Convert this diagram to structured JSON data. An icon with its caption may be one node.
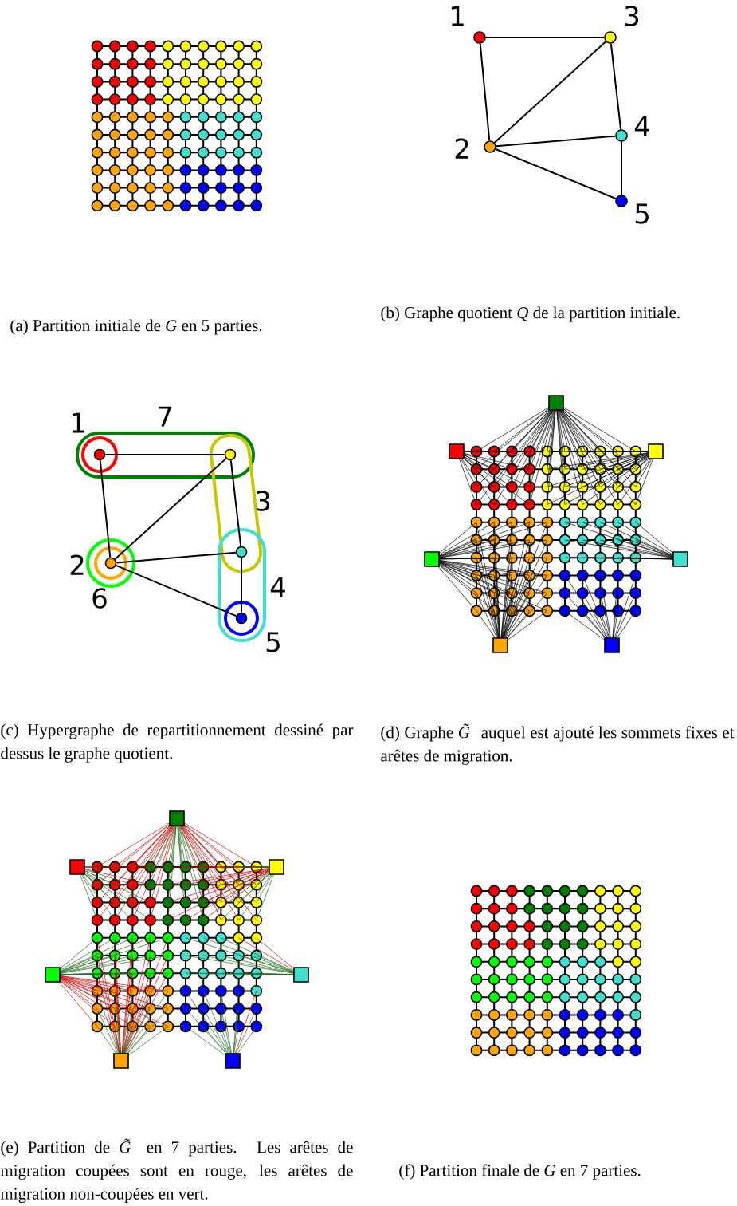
{
  "diagram": {
    "nodes": [
      {
        "text": [],
        "shape": "circle",
        "beside": [
          "1"
        ]
      },
      {
        "text": [],
        "shape": "circle",
        "beside": [
          "2"
        ]
      },
      {
        "text": [],
        "shape": "circle",
        "beside": [
          "3"
        ]
      },
      {
        "text": [],
        "shape": "circle",
        "beside": [
          "4"
        ]
      },
      {
        "text": [],
        "shape": "circle",
        "beside": [
          "5"
        ]
      },
      {
        "text": [],
        "shape": "circle"
      },
      {
        "text": [],
        "shape": "circle"
      },
      {
        "text": [],
        "shape": "circle"
      },
      {
        "text": [],
        "shape": "circle"
      },
      {
        "text": [],
        "shape": "circle"
      }
    ],
    "edges": [
      {
        "from": 0,
        "to": 2,
        "arrow": "none"
      },
      {
        "from": 0,
        "to": 1,
        "arrow": "none"
      },
      {
        "from": 1,
        "to": 2,
        "arrow": "none"
      },
      {
        "from": 2,
        "to": 3,
        "arrow": "none"
      },
      {
        "from": 1,
        "to": 3,
        "arrow": "none"
      },
      {
        "from": 1,
        "to": 4,
        "arrow": "none"
      },
      {
        "from": 3,
        "to": 4,
        "arrow": "none"
      },
      {
        "from": 5,
        "to": 7,
        "arrow": "none"
      },
      {
        "from": 5,
        "to": 6,
        "arrow": "none"
      },
      {
        "from": 6,
        "to": 7,
        "arrow": "none"
      },
      {
        "from": 7,
        "to": 8,
        "arrow": "none"
      },
      {
        "from": 6,
        "to": 8,
        "arrow": "none"
      },
      {
        "from": 6,
        "to": 9,
        "arrow": "none"
      },
      {
        "from": 8,
        "to": 9,
        "arrow": "none"
      }
    ],
    "labels": [
      "(a) Partition initiale de *G* en 5 parties.",
      "(b) Graphe quotient *Q* de la partition initiale.",
      "1",
      "7",
      "3",
      "2",
      "4",
      "6",
      "5",
      "(c) Hypergraphe de repartitionnement dessiné par dessus le graphe quotient.",
      "(d) Graphe *G̃* auquel est ajouté les sommets fixes et arêtes de migration.",
      "(e) Partition de *G̃* en 7 parties. Les arêtes de migration coupées sont en rouge, les arêtes de migration non-coupées en vert.",
      "(f) Partition finale de *G* en 7 parties."
    ]
  }
}
